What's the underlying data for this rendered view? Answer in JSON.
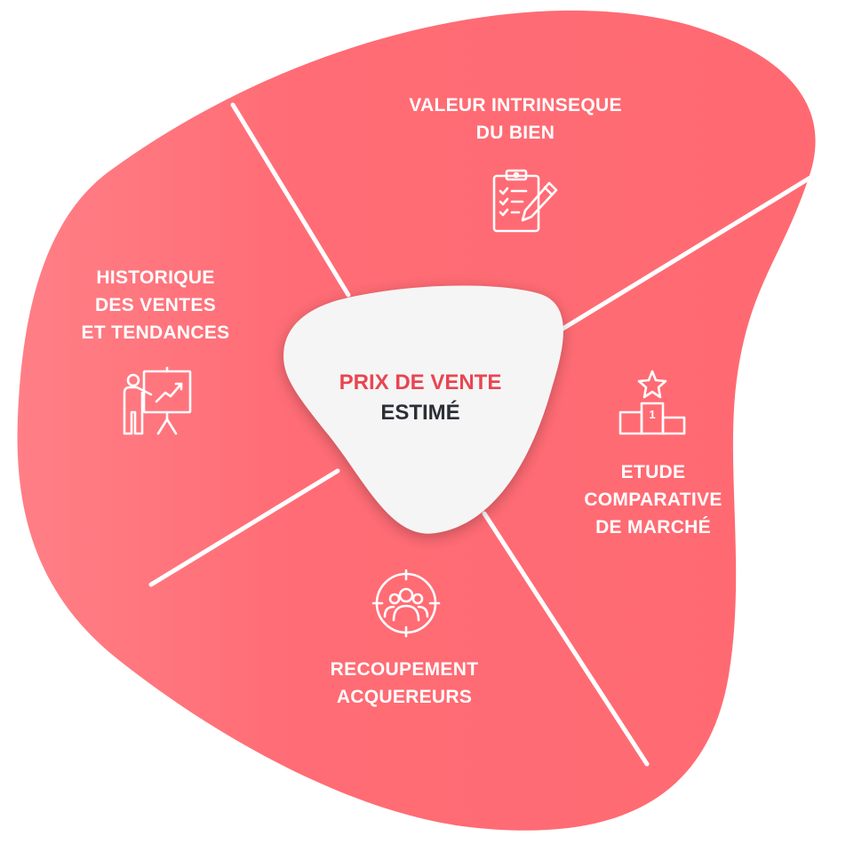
{
  "diagram": {
    "center": {
      "line1": "PRIX DE VENTE",
      "line2": "ESTIMÉ"
    },
    "segments": [
      {
        "id": "valeur",
        "lines": [
          "VALEUR INTRINSEQUE",
          "DU BIEN"
        ],
        "icon": "clipboard-checklist-icon"
      },
      {
        "id": "historique",
        "lines": [
          "HISTORIQUE",
          "DES VENTES",
          "ET TENDANCES"
        ],
        "icon": "presentation-chart-icon"
      },
      {
        "id": "etude",
        "lines": [
          "ETUDE",
          "COMPARATIVE",
          "DE MARCHÉ"
        ],
        "icon": "podium-star-icon"
      },
      {
        "id": "recoupement",
        "lines": [
          "RECOUPEMENT",
          "ACQUEREURS"
        ],
        "icon": "target-people-icon"
      }
    ],
    "podium_number": "1",
    "colors": {
      "segment": "#ff6b73",
      "segment_edge": "#ff8a8f",
      "center": "#f5f5f5",
      "center_title": "#e94552",
      "center_subtitle": "#2b2f36",
      "divider": "#ffffff",
      "icon": "#ffffff"
    }
  }
}
